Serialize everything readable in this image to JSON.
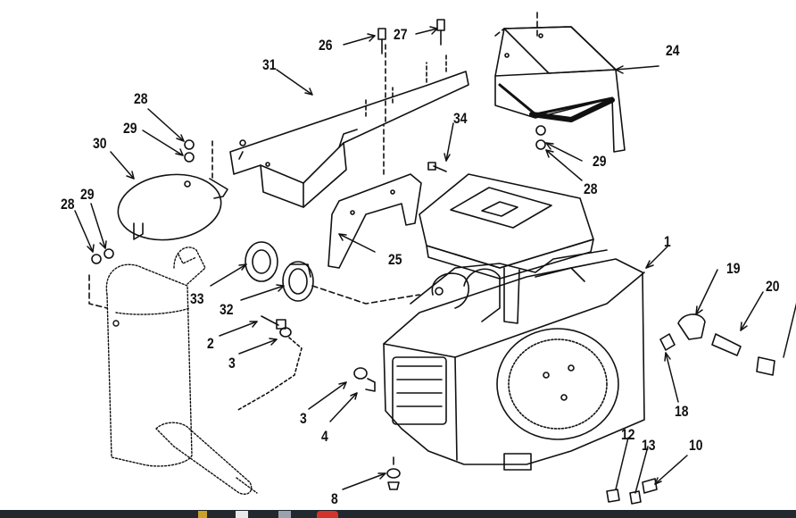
{
  "diagram": {
    "callouts": {
      "c1": "1",
      "c2": "2",
      "c3a": "3",
      "c3b": "3",
      "c4": "4",
      "c8": "8",
      "c10": "10",
      "c12": "12",
      "c13": "13",
      "c18": "18",
      "c19": "19",
      "c20": "20",
      "c24": "24",
      "c25": "25",
      "c26": "26",
      "c27": "27",
      "c28a": "28",
      "c28b": "28",
      "c28c": "28",
      "c29a": "29",
      "c29b": "29",
      "c29c": "29",
      "c30": "30",
      "c31": "31",
      "c32": "32",
      "c33": "33",
      "c34": "34"
    }
  },
  "taskbar": {
    "icons": [
      "start-icon",
      "app-icon",
      "folder-icon",
      "window-icon",
      "browser-icon"
    ],
    "accent": "#d0342c"
  }
}
